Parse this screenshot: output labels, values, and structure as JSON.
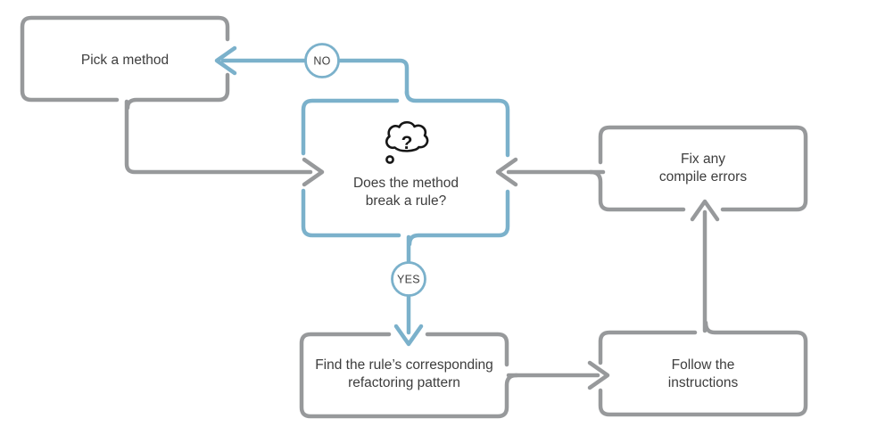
{
  "diagram": {
    "type": "flowchart",
    "colors": {
      "background": "#ffffff",
      "connector_gray": "#97999b",
      "connector_blue": "#7bb1cb",
      "text_color": "#3d3d3d",
      "icon_color": "#161616"
    },
    "nodes": {
      "pick": {
        "line1": "Pick a method",
        "line2": ""
      },
      "decision": {
        "line1": "Does the method",
        "line2": "break a rule?"
      },
      "fix": {
        "line1": "Fix any",
        "line2": "compile errors"
      },
      "find": {
        "line1": "Find the rule’s corresponding",
        "line2": "refactoring pattern"
      },
      "follow": {
        "line1": "Follow the",
        "line2": "instructions"
      }
    },
    "labels": {
      "no": "NO",
      "yes": "YES"
    },
    "icon": {
      "name": "thought-bubble-icon",
      "glyph": "?"
    },
    "edges": [
      {
        "from": "decision",
        "to": "pick",
        "label": "NO",
        "color": "blue"
      },
      {
        "from": "pick",
        "to": "decision",
        "label": "",
        "color": "gray"
      },
      {
        "from": "decision",
        "to": "find",
        "label": "YES",
        "color": "blue"
      },
      {
        "from": "find",
        "to": "follow",
        "label": "",
        "color": "gray"
      },
      {
        "from": "follow",
        "to": "fix",
        "label": "",
        "color": "gray"
      },
      {
        "from": "fix",
        "to": "decision",
        "label": "",
        "color": "gray"
      }
    ]
  }
}
